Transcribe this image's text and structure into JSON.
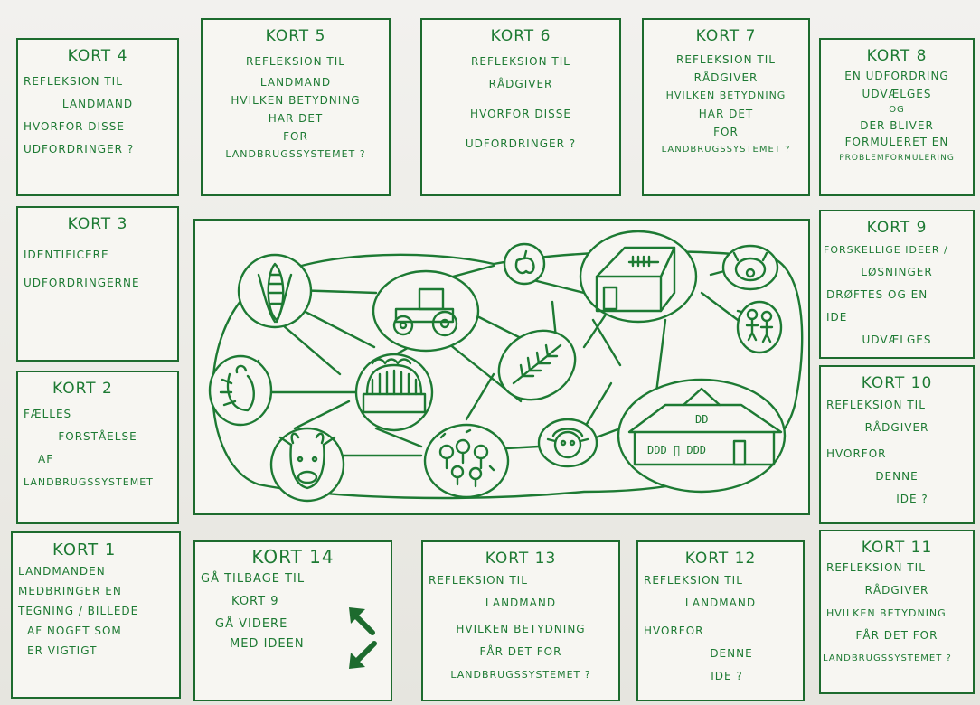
{
  "cards": {
    "kort4": {
      "title": "KORT 4",
      "lines": [
        "REFLEKSION TIL",
        "LANDMAND",
        "HVORFOR DISSE",
        "UDFORDRINGER ?"
      ]
    },
    "kort5": {
      "title": "KORT 5",
      "lines": [
        "REFLEKSION TIL",
        "LANDMAND",
        "HVILKEN BETYDNING",
        "HAR DET",
        "FOR",
        "LANDBRUGSSYSTEMET ?"
      ]
    },
    "kort6": {
      "title": "KORT 6",
      "lines": [
        "REFLEKSION TIL",
        "RÅDGIVER",
        "HVORFOR DISSE",
        "UDFORDRINGER ?"
      ]
    },
    "kort7": {
      "title": "KORT 7",
      "lines": [
        "REFLEKSION TIL",
        "RÅDGIVER",
        "HVILKEN BETYDNING",
        "HAR DET",
        "FOR",
        "LANDBRUGSSYSTEMET ?"
      ]
    },
    "kort8": {
      "title": "KORT 8",
      "lines": [
        "EN UDFORDRING",
        "UDVÆLGES",
        "OG",
        "DER BLIVER",
        "FORMULERET EN",
        "PROBLEMFORMULERING"
      ]
    },
    "kort3": {
      "title": "KORT 3",
      "lines": [
        "IDENTIFICERE",
        "UDFORDRINGERNE"
      ]
    },
    "kort9": {
      "title": "KORT 9",
      "lines": [
        "FORSKELLIGE IDEER /",
        "LØSNINGER",
        "DRØFTES OG EN",
        "IDE",
        "UDVÆLGES"
      ]
    },
    "kort2": {
      "title": "KORT 2",
      "lines": [
        "FÆLLES",
        "FORSTÅELSE",
        "AF",
        "LANDBRUGSSYSTEMET"
      ]
    },
    "kort10": {
      "title": "KORT 10",
      "lines": [
        "REFLEKSION TIL",
        "RÅDGIVER",
        "HVORFOR",
        "DENNE",
        "IDE ?"
      ]
    },
    "kort1": {
      "title": "KORT 1",
      "lines": [
        "LANDMANDEN",
        "MEDBRINGER EN",
        "TEGNING / BILLEDE",
        "AF NOGET SOM",
        "ER VIGTIGT"
      ]
    },
    "kort14": {
      "title": "KORT 14",
      "lines": [
        "GÅ TILBAGE TIL",
        "KORT 9",
        "",
        "GÅ VIDERE",
        "MED IDEEN"
      ]
    },
    "kort13": {
      "title": "KORT 13",
      "lines": [
        "REFLEKSION TIL",
        "LANDMAND",
        "HVILKEN BETYDNING",
        "FÅR DET FOR",
        "LANDBRUGSSYSTEMET ?"
      ]
    },
    "kort12": {
      "title": "KORT 12",
      "lines": [
        "REFLEKSION TIL",
        "LANDMAND",
        "HVORFOR",
        "DENNE",
        "IDE ?"
      ]
    },
    "kort11": {
      "title": "KORT 11",
      "lines": [
        "REFLEKSION TIL",
        "RÅDGIVER",
        "HVILKEN BETYDNING",
        "FÅR DET FOR",
        "LANDBRUGSSYSTEMET ?"
      ]
    }
  },
  "farm_barn_labels": {
    "top": "DD",
    "bottom": "DDD ∏ DDD"
  },
  "colors": {
    "ink": "#1d7a33",
    "border": "#1d6b2e",
    "paper": "#f7f6f2"
  }
}
